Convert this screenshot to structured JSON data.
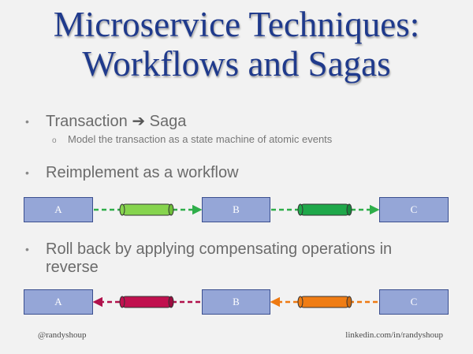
{
  "title": {
    "line1": "Microservice Techniques:",
    "line2": "Workflows and Sagas"
  },
  "bullets": [
    {
      "dot": "•",
      "text_before": "Transaction",
      "arrow": "➔",
      "text_after": "Saga",
      "sub": {
        "marker": "o",
        "text": "Model the transaction as a state machine of atomic events"
      }
    },
    {
      "dot": "•",
      "text": "Reimplement as a workflow"
    },
    {
      "dot": "•",
      "text_line1": "Roll back by applying compensating operations in",
      "text_line2": "reverse"
    }
  ],
  "forward_flow": {
    "nodes": [
      "A",
      "B",
      "C"
    ],
    "pipe_colors": [
      "#86d44e",
      "#1fa84a"
    ],
    "arrow_color": "#2fae4a"
  },
  "rollback_flow": {
    "nodes": [
      "A",
      "B",
      "C"
    ],
    "pipe_colors": [
      "#c1114f",
      "#f07d14"
    ],
    "arrow_colors": [
      "#b0124c",
      "#ee7a12"
    ]
  },
  "footer": {
    "left": "@randyshoup",
    "right": "linkedin.com/in/randyshoup"
  },
  "colors": {
    "title": "#1f3a8c",
    "box_fill": "#95a6d7",
    "box_border": "#3b4f8f"
  }
}
